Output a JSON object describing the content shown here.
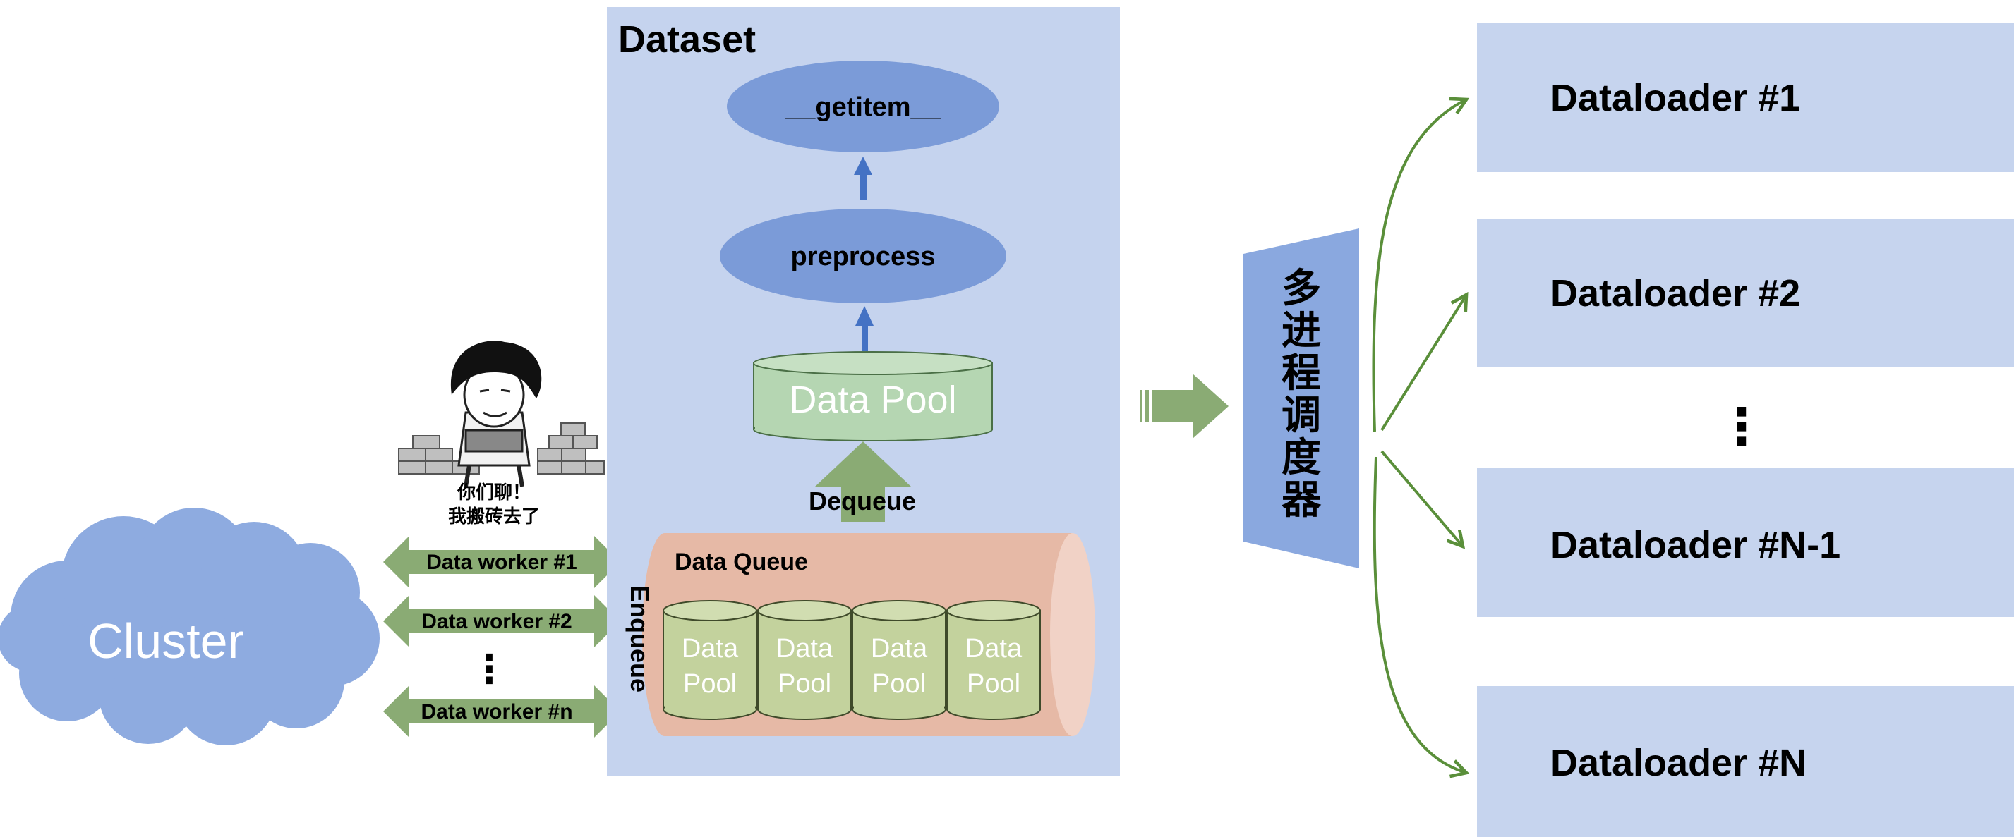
{
  "cluster": {
    "label": "Cluster"
  },
  "workers": {
    "items": [
      {
        "label": "Data worker #1"
      },
      {
        "label": "Data worker #2"
      },
      {
        "label": "Data worker #n"
      }
    ],
    "ellipsis": "⋮",
    "meme_caption_line1": "你们聊！",
    "meme_caption_line2": "我搬砖去了"
  },
  "dataset": {
    "title": "Dataset",
    "getitem_label": "__getitem__",
    "preprocess_label": "preprocess",
    "data_pool_label": "Data Pool",
    "dequeue_label": "Dequeue",
    "enqueue_label": "Enqueue",
    "queue": {
      "title": "Data Queue",
      "pools": [
        {
          "line1": "Data",
          "line2": "Pool"
        },
        {
          "line1": "Data",
          "line2": "Pool"
        },
        {
          "line1": "Data",
          "line2": "Pool"
        },
        {
          "line1": "Data",
          "line2": "Pool"
        }
      ]
    }
  },
  "scheduler": {
    "label_chars": [
      "多",
      "进",
      "程",
      "调",
      "度",
      "器"
    ]
  },
  "dataloaders": {
    "items": [
      {
        "label": "Dataloader #1"
      },
      {
        "label": "Dataloader #2"
      },
      {
        "label": "Dataloader #N-1"
      },
      {
        "label": "Dataloader #N"
      }
    ],
    "ellipsis": "⋮"
  },
  "colors": {
    "dataset_bg": "#c5d3ee",
    "ellipse_fill": "#7b9bd8",
    "pool_fill": "#b5d6b2",
    "queue_fill": "#e6b9a6",
    "queue_pool_fill": "#c3d29d",
    "green_arrow": "#8aab74",
    "curve_green": "#5a8f3a",
    "scheduler_fill": "#8aa8df",
    "dataloader_fill": "#c6d4ee",
    "cloud_fill": "#8eabe0",
    "up_arrow": "#4472c4"
  }
}
